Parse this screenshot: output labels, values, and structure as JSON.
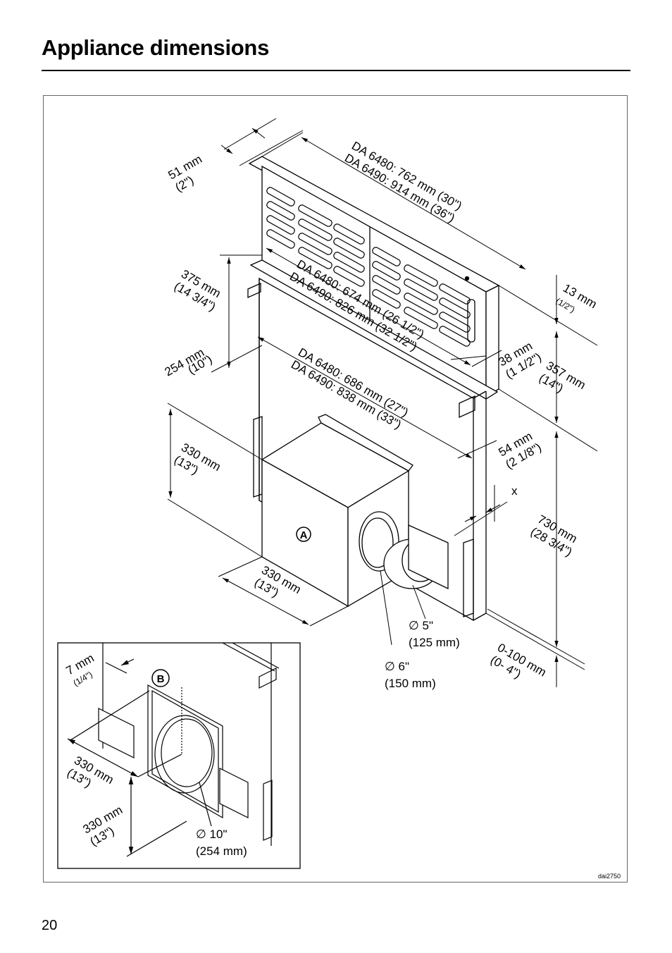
{
  "page": {
    "title": "Appliance dimensions",
    "page_number": "20"
  },
  "figure": {
    "code": "dai2750",
    "labels": {
      "width_outer_a": "DA 6480: 762 mm (30\")",
      "width_outer_b": "DA 6490: 914 mm (36\")",
      "width_mid_a": "DA 6480: 674 mm (26 1/2\")",
      "width_mid_b": "DA 6490: 826 mm (32 1/2\")",
      "width_low_a": "DA 6480: 686 mm (27\")",
      "width_low_b": "DA 6490: 838 mm (33\")",
      "depth_51_a": "51 mm",
      "depth_51_b": "(2\")",
      "h375_a": "375 mm",
      "h375_b": "(14 3/4\")",
      "h254_a": "254 mm",
      "h254_b": "(10\")",
      "h330_a": "330 mm",
      "h330_b": "(13\")",
      "d330_a": "330 mm",
      "d330_b": "(13\")",
      "r13_a": "13 mm",
      "r13_b": "(1/2\")",
      "r38_a": "38 mm",
      "r38_b": "(1 1/2\")",
      "r357_a": "357 mm",
      "r357_b": "(14\")",
      "r54_a": "54 mm",
      "r54_b": "(2 1/8\")",
      "x_mark": "x",
      "r730_a": "730 mm",
      "r730_b": "(28 3/4\")",
      "r0100_a": "0-100 mm",
      "r0100_b": "(0- 4\")",
      "dia5_a": "∅ 5\"",
      "dia5_b": "(125 mm)",
      "dia6_a": "∅ 6\"",
      "dia6_b": "(150 mm)",
      "callout_a": "A",
      "inset": {
        "callout_b": "B",
        "d7_a": "7 mm",
        "d7_b": "(1/4\")",
        "w330_a": "330 mm",
        "w330_b": "(13\")",
        "h330_a": "330 mm",
        "h330_b": "(13\")",
        "dia10_a": "∅ 10\"",
        "dia10_b": "(254 mm)"
      }
    }
  }
}
